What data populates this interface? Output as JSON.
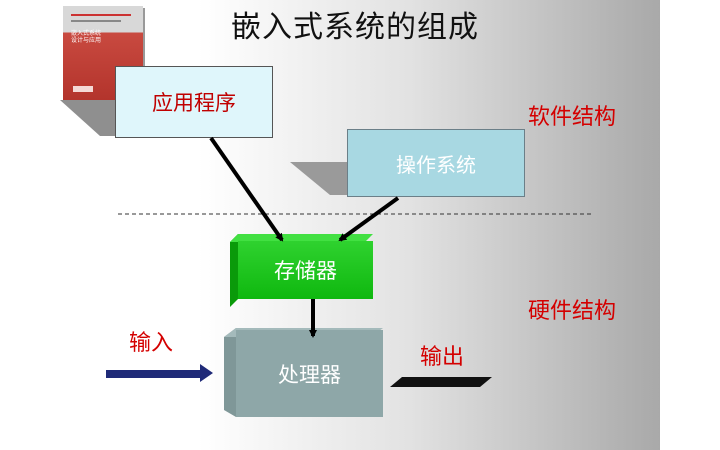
{
  "title": "嵌入式系统的组成",
  "boxes": {
    "application": "应用程序",
    "os": "操作系统",
    "storage": "存储器",
    "processor": "处理器"
  },
  "labels": {
    "software": "软件结构",
    "hardware": "硬件结构",
    "input": "输入",
    "output": "输出"
  },
  "book_cover": {
    "title_lines": [
      "嵌入式系统",
      "设计与应用"
    ]
  },
  "colors": {
    "label_red": "#d40000",
    "app_box": "#dff6fb",
    "os_box": "#a8d8e2",
    "storage_box": "#1ec81e",
    "processor_box": "#8ea7a8",
    "input_arrow": "#1f2a78",
    "output_arrow": "#111111"
  }
}
